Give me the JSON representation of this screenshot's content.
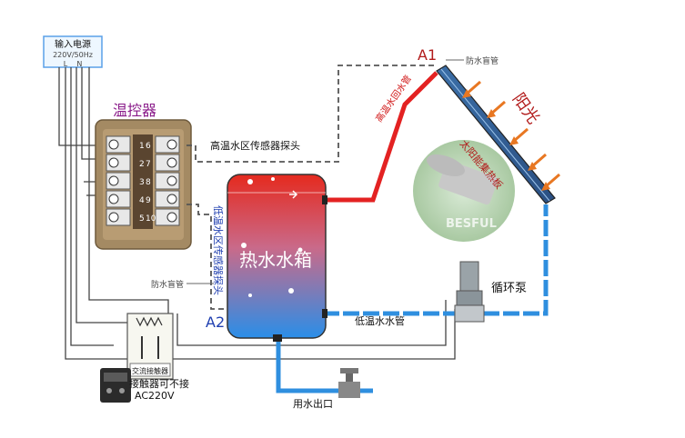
{
  "power": {
    "title": "输入电源",
    "spec": "220V/50Hz",
    "terminals": "L    N"
  },
  "controller": {
    "title": "温控器",
    "left_nums": [
      "1",
      "2",
      "3",
      "4",
      "5"
    ],
    "right_nums": [
      "6",
      "7",
      "8",
      "9",
      "10"
    ]
  },
  "labels": {
    "high_sensor": "高温水区传感器探头",
    "low_sensor": "低温水区传感器探头",
    "tank": "热水水箱",
    "sleeve_a1": "防水盲管",
    "sleeve_a2": "防水盲管",
    "a1": "A1",
    "a2": "A2",
    "sunlight": "阳光",
    "hot_return": "高温水回水管",
    "collector": "太阳能集热板",
    "brand": "BESFUL",
    "pump": "循环泵",
    "low_pipe": "低温水水管",
    "outlet": "用水出口",
    "contactor_box": "交流接触器",
    "contactor_note": "接触器可不接",
    "contactor_voltage": "AC220V"
  },
  "colors": {
    "hot": "#e32222",
    "cold": "#2f8fdf",
    "wire": "#444444",
    "controller": "#a48a63",
    "accent_purple": "#8a1b8a",
    "sun_arrow": "#e87722"
  }
}
